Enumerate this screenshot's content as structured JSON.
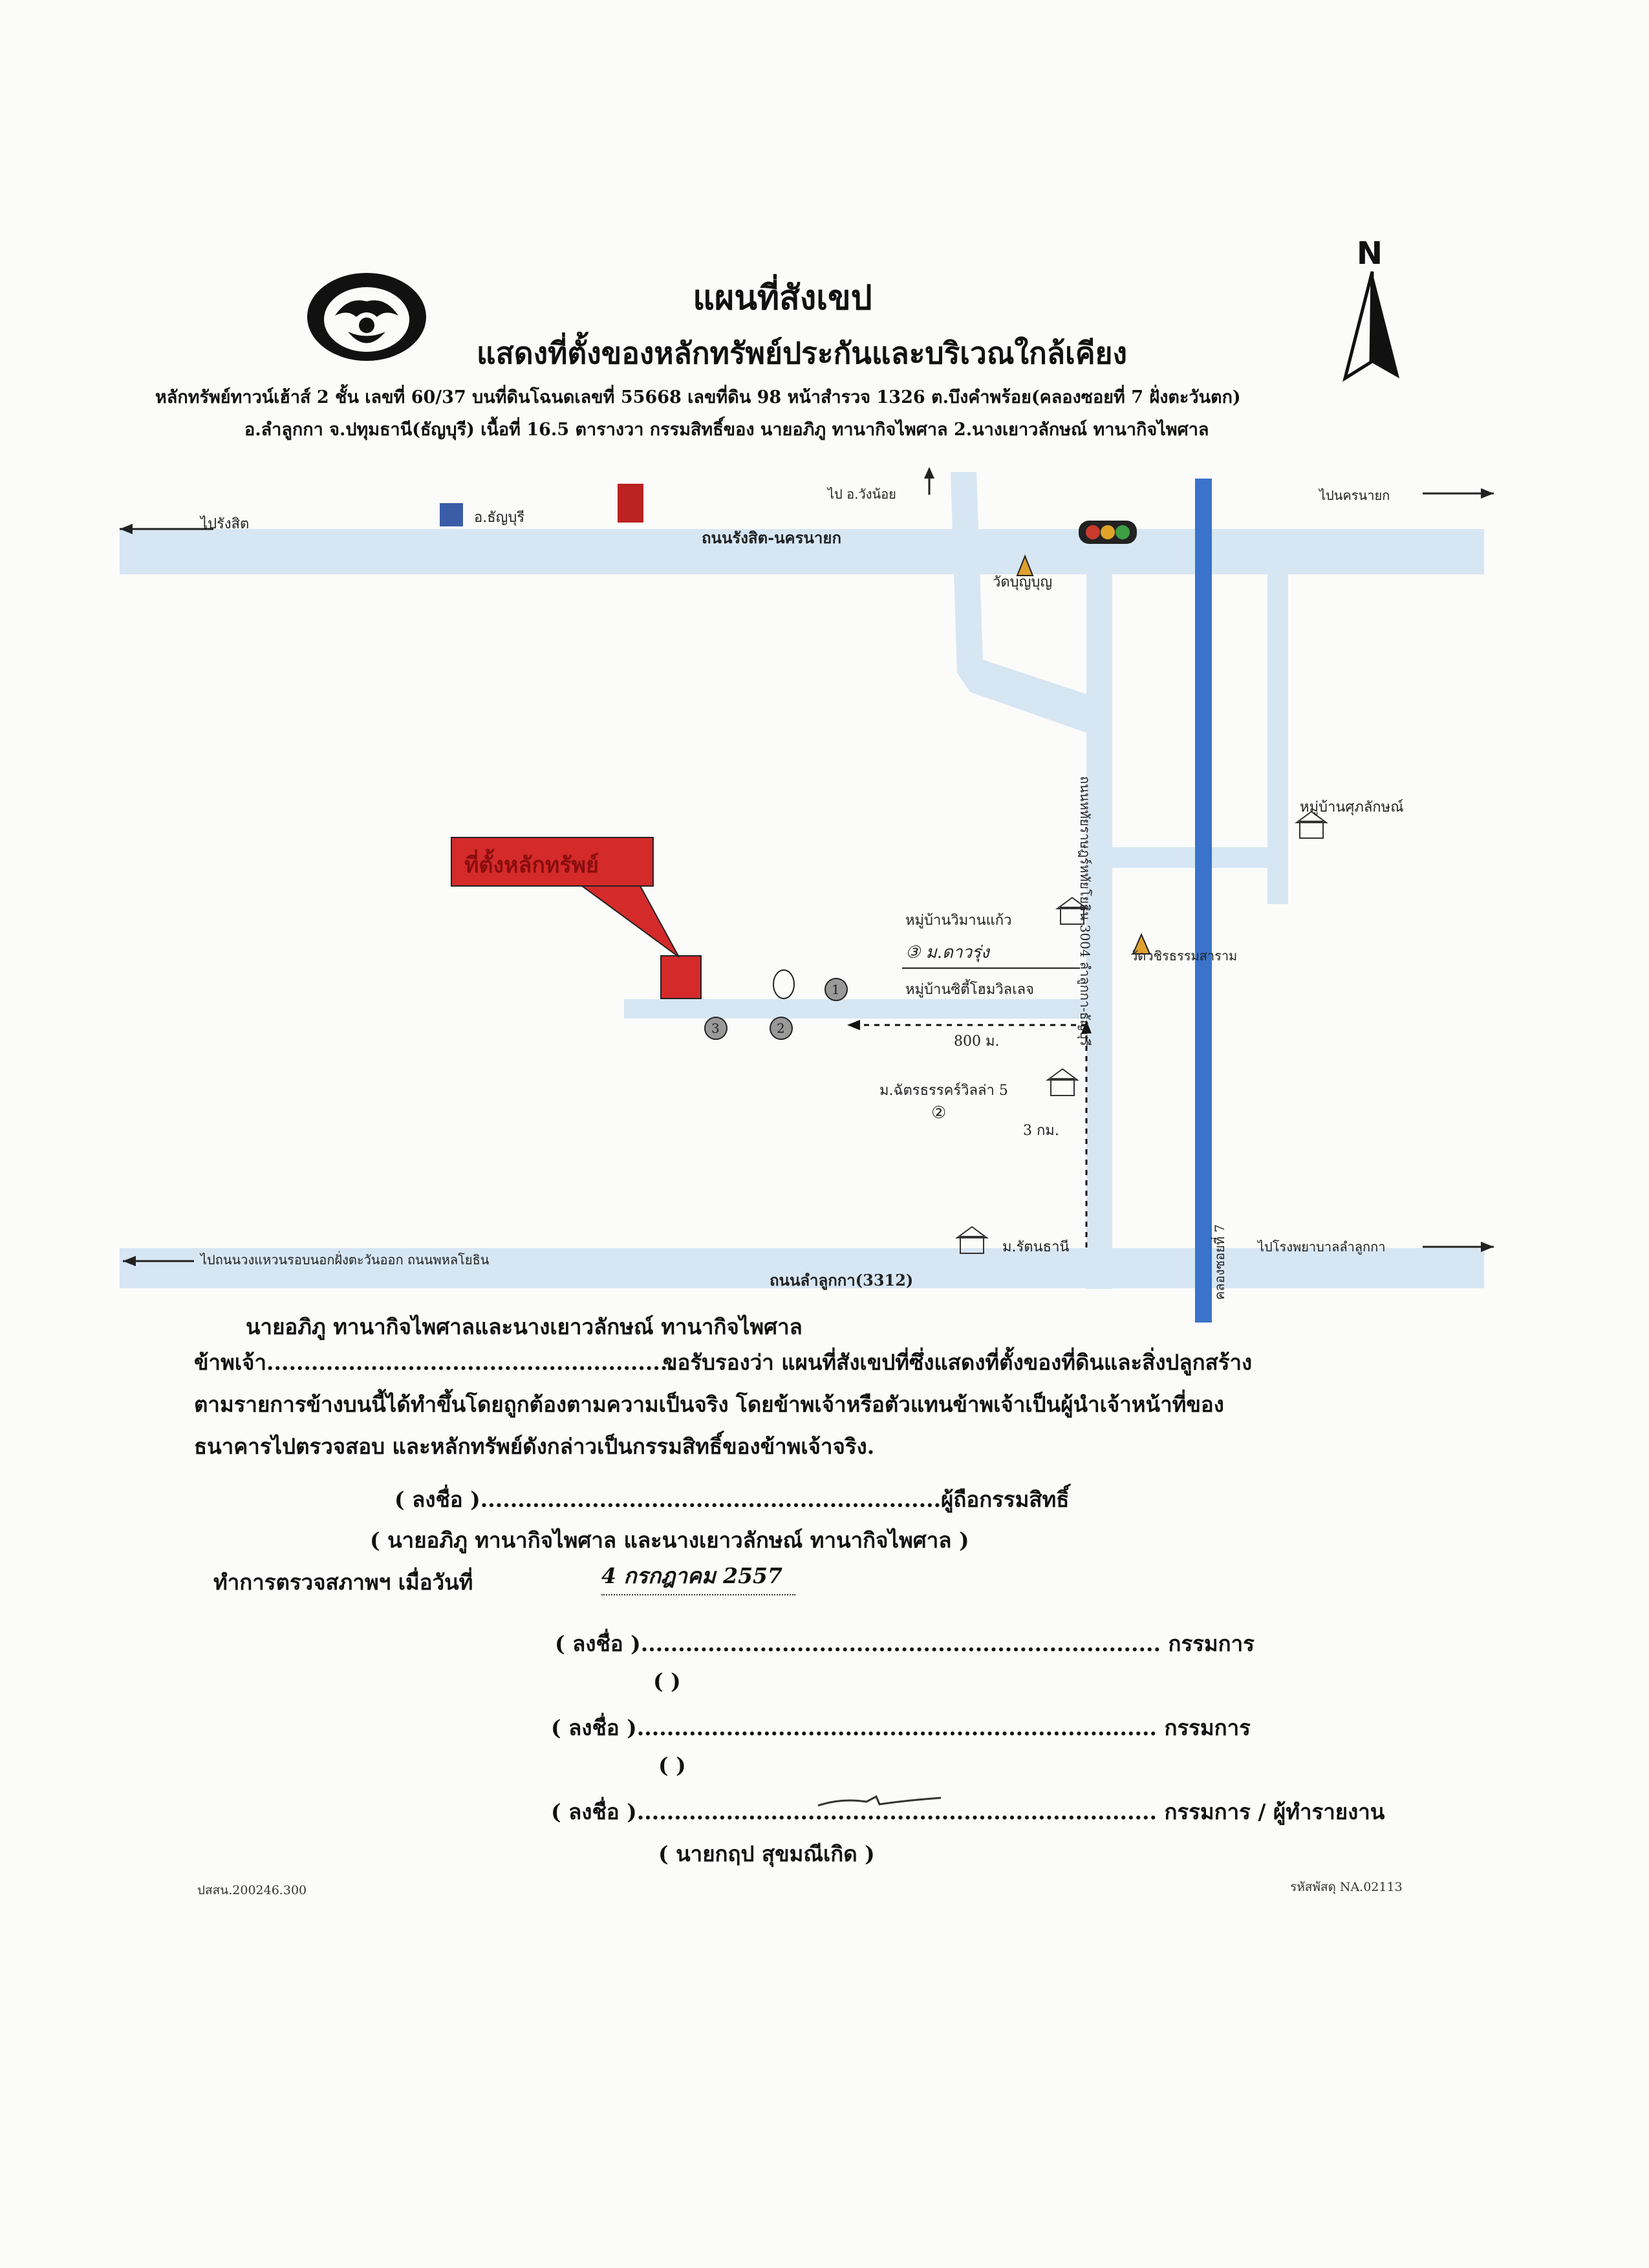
{
  "header": {
    "title": "แผนที่สังเขป",
    "subtitle": "แสดงที่ตั้งของหลักทรัพย์ประกันและบริเวณใกล้เคียง",
    "line1": "หลักทรัพย์ทาวน์เฮ้าส์ 2 ชั้น เลขที่ 60/37 บนที่ดินโฉนดเลขที่ 55668 เลขที่ดิน 98 หน้าสำรวจ 1326 ต.บึงคำพร้อย(คลองซอยที่ 7 ฝั่งตะวันตก)",
    "line2": "อ.ลำลูกกา จ.ปทุมธานี(ธัญบุรี) เนื้อที่ 16.5 ตารางวา กรรมสิทธิ์ของ นายอภิภู ทานากิจไพศาล 2.นางเยาวลักษณ์ ทานากิจไพศาล"
  },
  "compass": {
    "label": "N"
  },
  "map": {
    "labels": {
      "to_rangsit": "ไปรังสิต",
      "thanyaburi": "อ.ธัญบุรี",
      "to_wangnoi": "ไป อ.วังน้อย",
      "to_nakhonnayok": "ไปนครนายก",
      "road_rangsit": "ถนนรังสิต-นครนายก",
      "wat": "วัดบุญบุญ",
      "village_sukalak": "หมู่บ้านศุภลักษณ์",
      "property_flag": "ที่ตั้งหลักทรัพย์",
      "village_vimankaew": "หมู่บ้านวิมานแก้ว",
      "note_3": "③ ม.ดาวรุ่ง",
      "wat_right": "วัดวชิรธรรมสาราม",
      "village_city": "หมู่บ้านซิตี้โฮมวิลเลจ",
      "dist_800": "800 ม.",
      "village_chatra": "ม.ฉัตรธรรคร์วิลล่า 5",
      "note_2": "②",
      "dist_3km": "3 กม.",
      "canal": "คลองซอยที่ 7",
      "road_vertical": "ถนนหทัยราษฎร์หทัยโยธิน 3004 ลำลูกกา-ธัญบุรี",
      "to_ringroad": "ไปถนนวงแหวนรอบนอกฝั่งตะวันออก ถนนพหลโยธิน",
      "village_rattana": "ม.รัตนธานี",
      "to_hospital": "ไปโรงพยาบาลลำลูกกา",
      "road_lamlukka": "ถนนลำลูกกา(3312)",
      "marker_1": "1",
      "marker_2": "2",
      "marker_3": "3"
    }
  },
  "certification": {
    "owners": "นายอภิภู ทานากิจไพศาลและนางเยาวลักษณ์ ทานากิจไพศาล",
    "line1_prefix": "ข้าพเจ้า.......................................................",
    "line1_rest": "ขอรับรองว่า แผนที่สังเขปที่ซึ่งแสดงที่ตั้งของที่ดินและสิ่งปลูกสร้าง",
    "line2": "ตามรายการข้างบนนี้ได้ทำขึ้นโดยถูกต้องตามความเป็นจริง โดยข้าพเจ้าหรือตัวแทนข้าพเจ้าเป็นผู้นำเจ้าหน้าที่ของ",
    "line3": "ธนาคารไปตรวจสอบ และหลักทรัพย์ดังกล่าวเป็นกรรมสิทธิ์ของข้าพเจ้าจริง."
  },
  "signatures": {
    "owner_sign": "( ลงชื่อ )..............................................................ผู้ถือกรรมสิทธิ์",
    "owner_names": "( นายอภิภู ทานากิจไพศาล และนางเยาวลักษณ์ ทานากิจไพศาล )",
    "inspect_label": "ทำการตรวจสภาพฯ เมื่อวันที่",
    "inspect_date": "4 กรกฎาคม 2557",
    "committee1": "( ลงชื่อ )...................................................................... กรรมการ",
    "committee1_name": "(                                                                    )",
    "committee2": "( ลงชื่อ )...................................................................... กรรมการ",
    "committee2_name": "(                                                                    )",
    "committee3": "( ลงชื่อ )...................................................................... กรรมการ / ผู้ทำรายงาน",
    "committee3_name": "( นายกฤป สุขมณีเกิด )"
  },
  "footer": {
    "left_code": "ปสสน.200246.300",
    "right_code": "รหัสพัสดุ NA.02113"
  },
  "colors": {
    "road": "#d7e6f3",
    "canal": "#3a73c9",
    "property": "#d42a2a",
    "text": "#111111"
  }
}
